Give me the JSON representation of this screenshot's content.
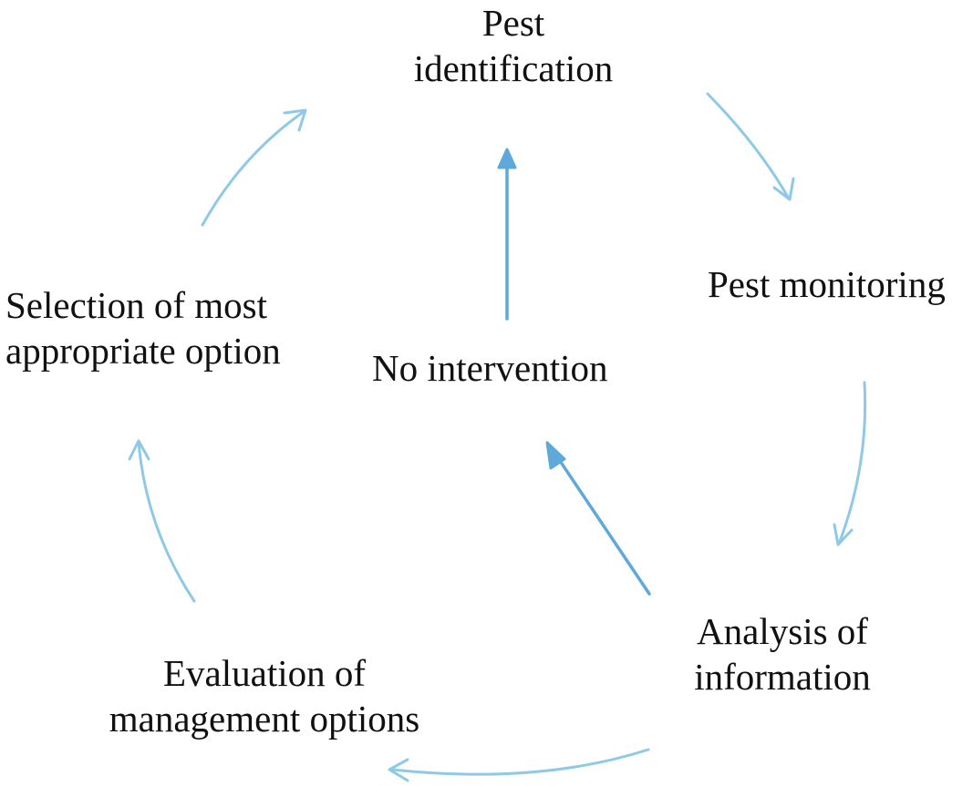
{
  "diagram": {
    "nodes": {
      "identification": {
        "lines": [
          "Pest",
          "identification"
        ]
      },
      "monitoring": {
        "lines": [
          "Pest monitoring"
        ]
      },
      "analysis": {
        "lines": [
          "Analysis of",
          "information"
        ]
      },
      "evaluation": {
        "lines": [
          "Evaluation of",
          "management options"
        ]
      },
      "selection": {
        "lines": [
          "Selection of most",
          "appropriate option"
        ]
      },
      "no_intervention": {
        "lines": [
          "No intervention"
        ]
      }
    },
    "edges": [
      {
        "from": "Pest identification",
        "to": "Pest monitoring"
      },
      {
        "from": "Pest monitoring",
        "to": "Analysis of information"
      },
      {
        "from": "Analysis of information",
        "to": "Evaluation of management options"
      },
      {
        "from": "Evaluation of management options",
        "to": "Selection of most appropriate option"
      },
      {
        "from": "Selection of most appropriate option",
        "to": "Pest identification"
      },
      {
        "from": "Analysis of information",
        "to": "No intervention"
      },
      {
        "from": "No intervention",
        "to": "Pest identification"
      }
    ],
    "colors": {
      "cycle_arrow": "#8fc9e6",
      "branch_arrow": "#5fa9da",
      "text": "#111111",
      "background": "#ffffff"
    }
  }
}
